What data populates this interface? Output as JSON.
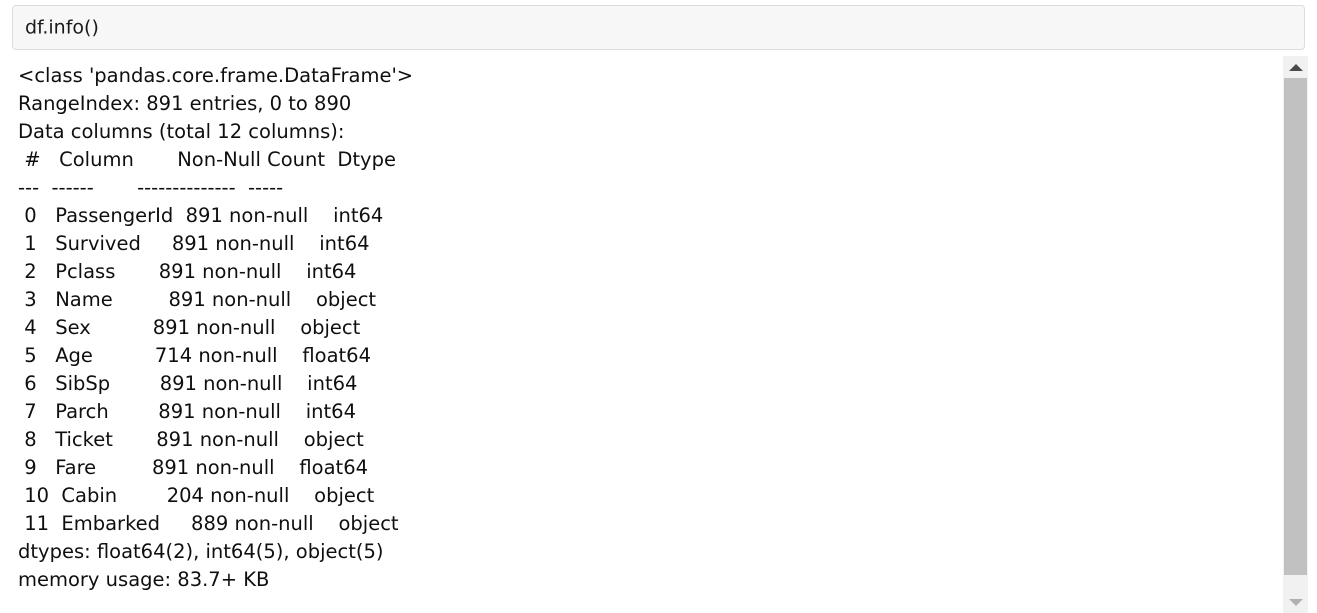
{
  "cell": {
    "input": {
      "value": "df.info()",
      "placeholder": "Enter code"
    },
    "output": {
      "lines": [
        "<class 'pandas.core.frame.DataFrame'>",
        "RangeIndex: 891 entries, 0 to 890",
        "Data columns (total 12 columns):",
        " #   Column       Non-Null Count  Dtype  ",
        "---  ------       --------------  -----  ",
        " 0   PassengerId  891 non-null    int64  ",
        " 1   Survived     891 non-null    int64  ",
        " 2   Pclass       891 non-null    int64  ",
        " 3   Name         891 non-null    object ",
        " 4   Sex          891 non-null    object ",
        " 5   Age          714 non-null    float64",
        " 6   SibSp        891 non-null    int64  ",
        " 7   Parch        891 non-null    int64  ",
        " 8   Ticket       891 non-null    object ",
        " 9   Fare         891 non-null    float64",
        " 10  Cabin        204 non-null    object ",
        " 11  Embarked     889 non-null    object ",
        "dtypes: float64(2), int64(5), object(5)",
        "memory usage: 83.7+ KB"
      ],
      "header": {
        "class_line": "<class 'pandas.core.frame.DataFrame'>",
        "index_line": "RangeIndex: 891 entries, 0 to 890",
        "columns_line": "Data columns (total 12 columns):",
        "column_headers": [
          "#",
          "Column",
          "Non-Null Count",
          "Dtype"
        ]
      },
      "columns": [
        {
          "index": "0",
          "name": "PassengerId",
          "non_null": "891 non-null",
          "dtype": "int64"
        },
        {
          "index": "1",
          "name": "Survived",
          "non_null": "891 non-null",
          "dtype": "int64"
        },
        {
          "index": "2",
          "name": "Pclass",
          "non_null": "891 non-null",
          "dtype": "int64"
        },
        {
          "index": "3",
          "name": "Name",
          "non_null": "891 non-null",
          "dtype": "object"
        },
        {
          "index": "4",
          "name": "Sex",
          "non_null": "891 non-null",
          "dtype": "object"
        },
        {
          "index": "5",
          "name": "Age",
          "non_null": "714 non-null",
          "dtype": "float64"
        },
        {
          "index": "6",
          "name": "SibSp",
          "non_null": "891 non-null",
          "dtype": "int64"
        },
        {
          "index": "7",
          "name": "Parch",
          "non_null": "891 non-null",
          "dtype": "int64"
        },
        {
          "index": "8",
          "name": "Ticket",
          "non_null": "891 non-null",
          "dtype": "object"
        },
        {
          "index": "9",
          "name": "Fare",
          "non_null": "891 non-null",
          "dtype": "float64"
        },
        {
          "index": "10",
          "name": "Cabin",
          "non_null": "204 non-null",
          "dtype": "object"
        },
        {
          "index": "11",
          "name": "Embarked",
          "non_null": "889 non-null",
          "dtype": "object"
        }
      ],
      "footer": {
        "dtypes_line": "dtypes: float64(2), int64(5), object(5)",
        "memory_line": "memory usage: 83.7+ KB"
      }
    }
  },
  "scrollbar": {
    "up_arrow_icon": "triangle-up-icon",
    "down_arrow_icon": "triangle-down-icon",
    "track_color": "#f1f1f1",
    "thumb_color": "#c1c1c1"
  }
}
